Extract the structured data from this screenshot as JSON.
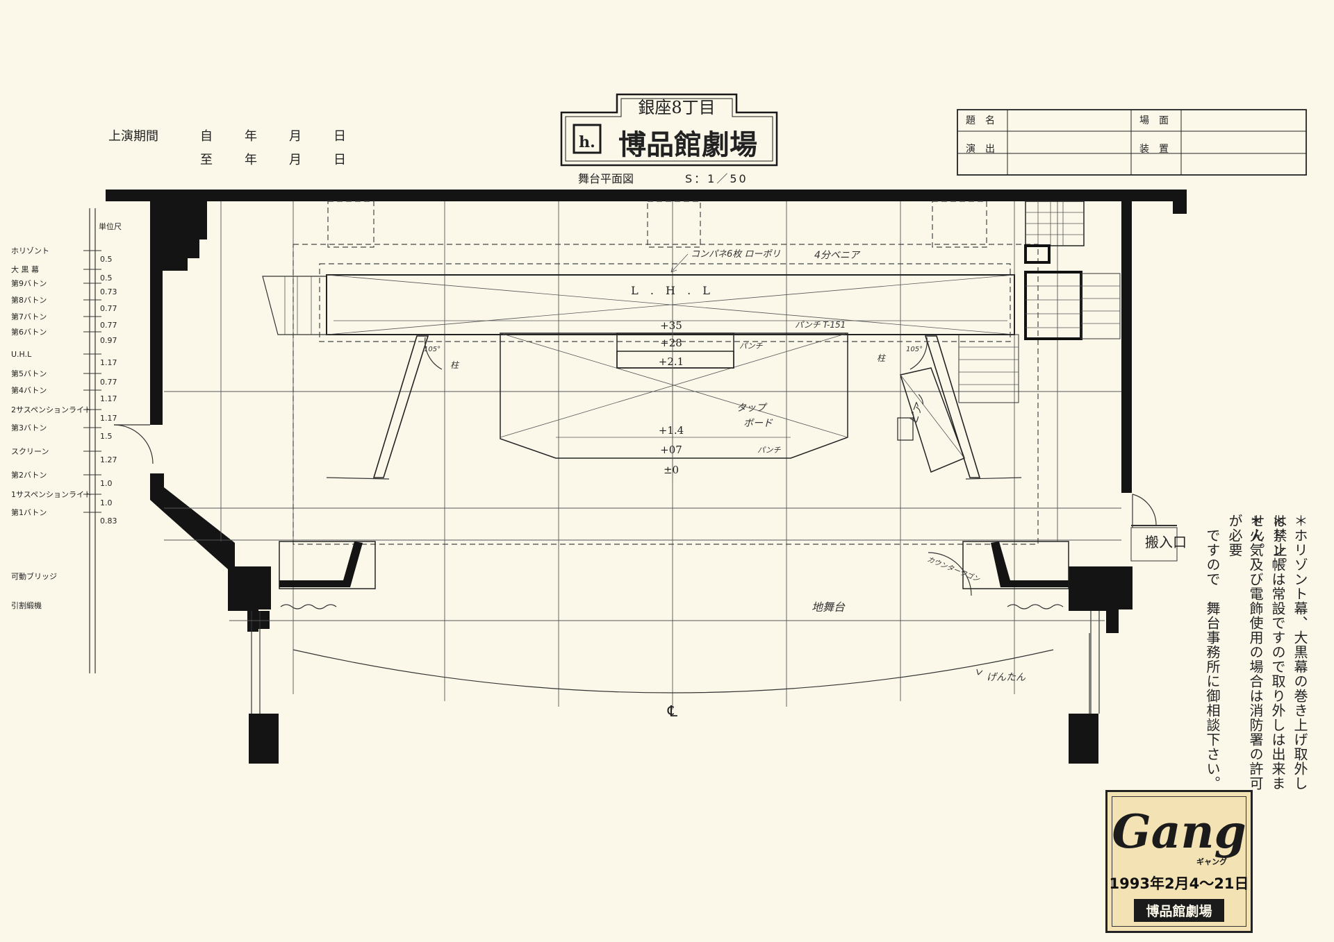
{
  "header": {
    "period_label": "上演期間",
    "from": "自",
    "to": "至",
    "year": "年",
    "month": "月",
    "day": "日",
    "logo_line1": "銀座8丁目",
    "logo_line2": "博品館劇場",
    "logo_mark": "h.",
    "drawing_title": "舞台平面図",
    "scale": "S：1／50"
  },
  "title_block": {
    "title_label": "題　名",
    "scene_label": "場　面",
    "director_label": "演　出",
    "set_label": "装　置"
  },
  "battens": {
    "unit_label": "単位尺",
    "items": [
      {
        "name": "ホリゾント",
        "value": "0.5"
      },
      {
        "name": "大 黒 幕",
        "value": "0.5"
      },
      {
        "name": "第9バトン",
        "value": "0.73"
      },
      {
        "name": "第8バトン",
        "value": "0.77"
      },
      {
        "name": "第7バトン",
        "value": "0.77"
      },
      {
        "name": "第6バトン",
        "value": "0.97"
      },
      {
        "name": "U.H.L",
        "value": "1.17"
      },
      {
        "name": "第5バトン",
        "value": "0.77"
      },
      {
        "name": "第4バトン",
        "value": "1.17"
      },
      {
        "name": "2サスペンションライト",
        "value": "1.17"
      },
      {
        "name": "第3バトン",
        "value": "1.5"
      },
      {
        "name": "スクリーン",
        "value": "1.27"
      },
      {
        "name": "第2バトン",
        "value": "1.0"
      },
      {
        "name": "1サスペンションライト",
        "value": "1.0"
      },
      {
        "name": "第1バトン",
        "value": "0.83"
      }
    ],
    "bridge": "可動ブリッジ",
    "motor": "引割緞機"
  },
  "plan": {
    "lhl": "L . H . L",
    "panel_note": "コンパネ6枚 ローポリ",
    "veneer_note": "4分ベニア",
    "levels": [
      "+35",
      "+28",
      "+2.1",
      "+1.4",
      "+07",
      "±0"
    ],
    "punch_1": "パンチ T-151",
    "punch_2": "パンチ",
    "punch_3": "パンチ",
    "tap_board_1": "タップ",
    "tap_board_2": "ボード",
    "pillar": "柱",
    "angle": "105°",
    "piano": "ピアノ",
    "counter_wagon": "カウンターワゴン",
    "stage_floor": "地舞台",
    "apron": "げんたん",
    "centerline": "℄",
    "loading_door": "搬入口"
  },
  "notes": [
    "＊ホリゾント幕、大黒幕の巻き上げ取外しは禁止。",
    "＊ドン帳は常設ですので取り外しは出来ません。",
    "＊火気及び電飾使用の場合は消防署の許可が必要",
    "　ですので　舞台事務所に御相談下さい。"
  ],
  "badge": {
    "title": "Gang",
    "kana": "ギャング",
    "dates": "1993年2月4～21日",
    "venue": "博品館劇場"
  }
}
